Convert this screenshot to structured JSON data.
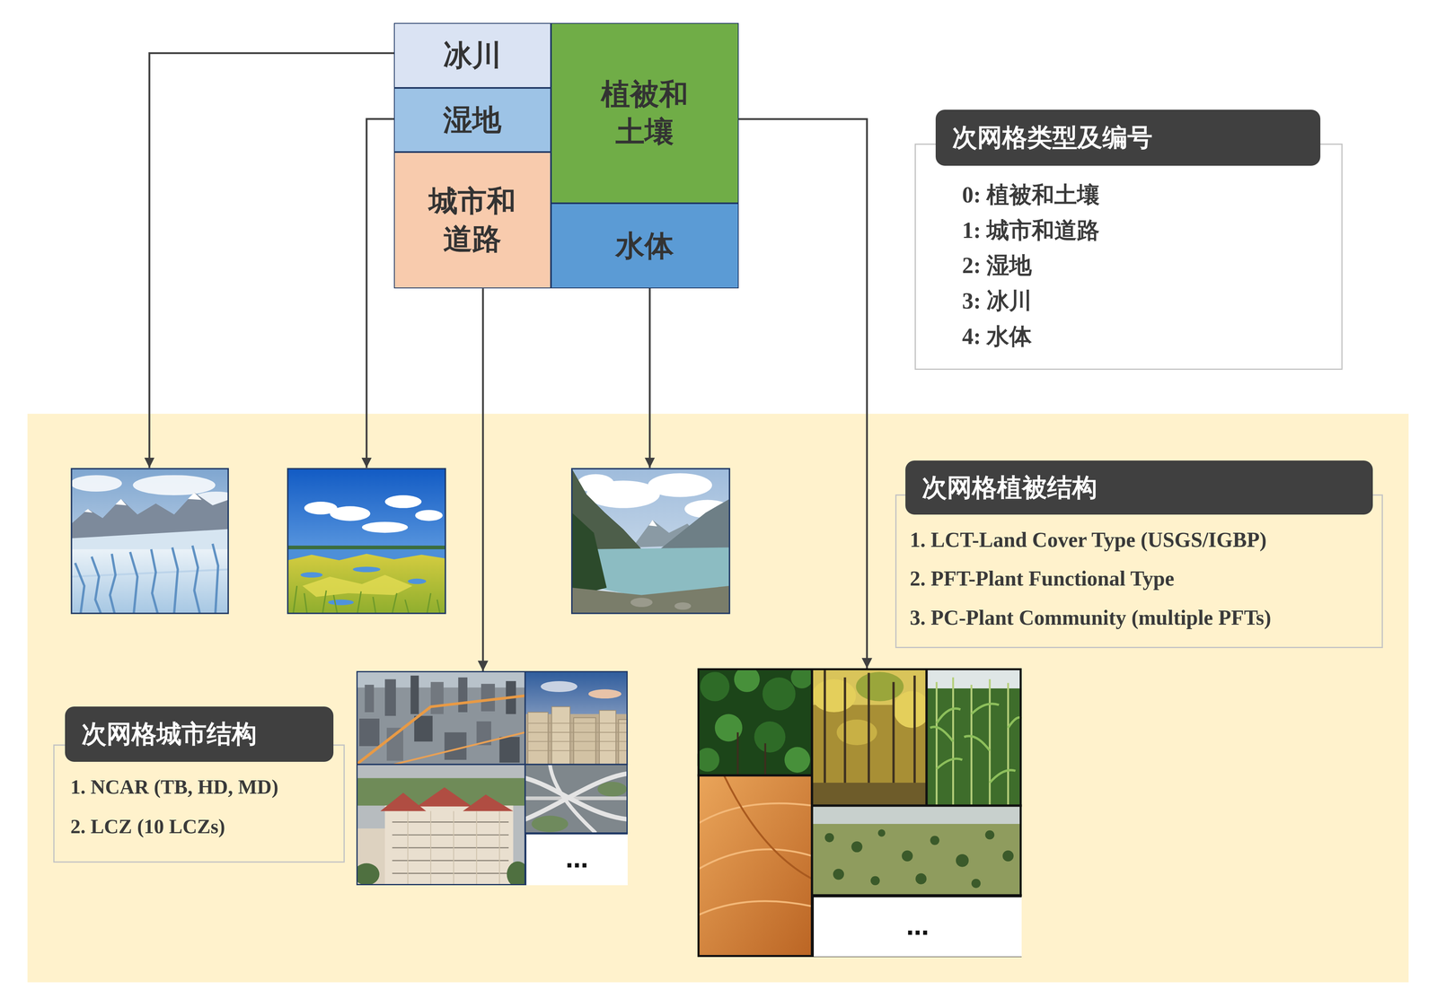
{
  "diagram": {
    "nodes": [
      {
        "text": [
          "冰川"
        ]
      },
      {
        "text": [
          "植被和 土壤"
        ]
      },
      {
        "text": [
          "湿地"
        ]
      },
      {
        "text": [
          "城市和 道路"
        ]
      },
      {
        "text": [
          "水体"
        ]
      },
      {
        "text": [
          "次网格类型及编号",
          "0: 植被和土壤",
          "1: 城市和道路",
          "2: 湿地",
          "3: 冰川",
          "4: 水体"
        ]
      },
      {
        "text": [
          "次网格植被结构",
          "1. LCT-Land Cover Type (USGS/IGBP)",
          "2. PFT-Plant Functional Type",
          "3. PC-Plant Community (multiple PFTs)"
        ]
      },
      {
        "text": [
          "次网格城市结构",
          "1. NCAR (TB, HD, MD)",
          "2. LCZ (10 LCZs)"
        ]
      },
      {
        "text": [
          "…"
        ]
      },
      {
        "text": [
          "…"
        ]
      }
    ],
    "edges": [
      {
        "from": 3,
        "to": 8,
        "arrow": "to"
      },
      {
        "from": 1,
        "to": 9,
        "arrow": "to"
      }
    ]
  }
}
